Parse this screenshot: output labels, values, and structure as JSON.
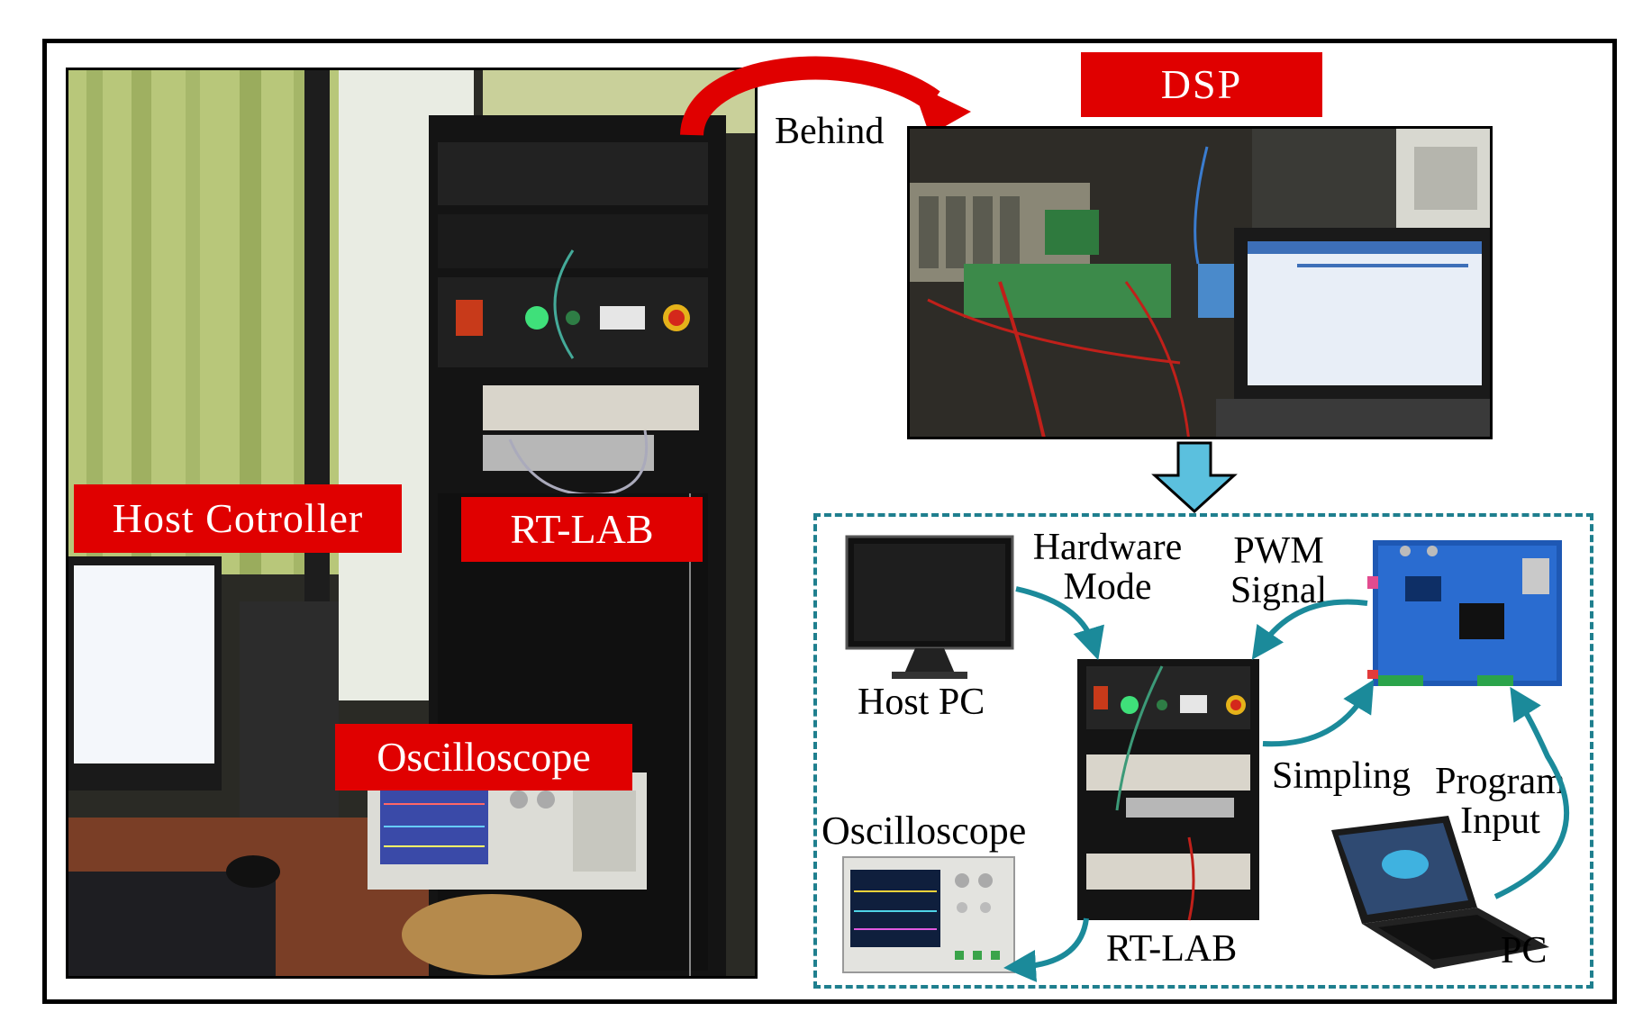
{
  "labels": {
    "dsp": "DSP",
    "behind": "Behind",
    "host_controller": "Host Cotroller",
    "rtlab_left": "RT-LAB",
    "oscilloscope_left": "Oscilloscope",
    "hardware_mode_1": "Hardware",
    "hardware_mode_2": "Mode",
    "pwm_signal_1": "PWM",
    "pwm_signal_2": "Signal",
    "host_pc": "Host PC",
    "simpling": "Simpling",
    "program_input_1": "Program",
    "program_input_2": "Input",
    "oscilloscope_right": "Oscilloscope",
    "rtlab_right": "RT-LAB",
    "pc": "PC"
  },
  "colors": {
    "label_red": "#e00000",
    "arrow_teal": "#1b8a9a",
    "dashed_border": "#1f7f8e",
    "down_arrow_fill": "#5bc0de"
  }
}
